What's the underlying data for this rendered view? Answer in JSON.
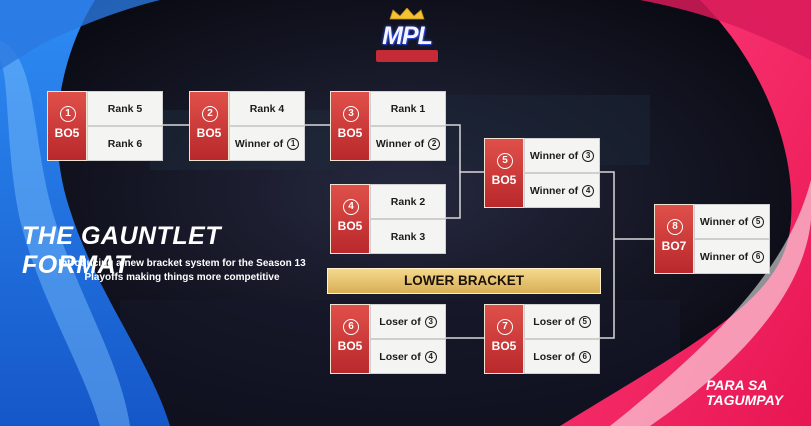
{
  "event_logo": {
    "text": "MPL"
  },
  "headline": {
    "title": "THE GAUNTLET FORMAT",
    "subtitle": "Introducing a new bracket system for the Season 13 Playoffs making things more competitive"
  },
  "bracket": {
    "lower_bracket_label": "LOWER BRACKET",
    "matches": [
      {
        "num": "1",
        "format": "BO5",
        "slots": [
          {
            "text": "Rank 5",
            "ref": ""
          },
          {
            "text": "Rank 6",
            "ref": ""
          }
        ]
      },
      {
        "num": "2",
        "format": "BO5",
        "slots": [
          {
            "text": "Rank 4",
            "ref": ""
          },
          {
            "text": "Winner of",
            "ref": "1"
          }
        ]
      },
      {
        "num": "3",
        "format": "BO5",
        "slots": [
          {
            "text": "Rank 1",
            "ref": ""
          },
          {
            "text": "Winner of",
            "ref": "2"
          }
        ]
      },
      {
        "num": "4",
        "format": "BO5",
        "slots": [
          {
            "text": "Rank 2",
            "ref": ""
          },
          {
            "text": "Rank 3",
            "ref": ""
          }
        ]
      },
      {
        "num": "5",
        "format": "BO5",
        "slots": [
          {
            "text": "Winner of",
            "ref": "3"
          },
          {
            "text": "Winner of",
            "ref": "4"
          }
        ]
      },
      {
        "num": "6",
        "format": "BO5",
        "slots": [
          {
            "text": "Loser of",
            "ref": "3"
          },
          {
            "text": "Loser of",
            "ref": "4"
          }
        ]
      },
      {
        "num": "7",
        "format": "BO5",
        "slots": [
          {
            "text": "Loser of",
            "ref": "5"
          },
          {
            "text": "Loser of",
            "ref": "6"
          }
        ]
      },
      {
        "num": "8",
        "format": "BO7",
        "slots": [
          {
            "text": "Winner of",
            "ref": "5"
          },
          {
            "text": "Winner of",
            "ref": "6"
          }
        ]
      }
    ]
  },
  "tagline": {
    "line1": "PARA SA",
    "line2": "TAGUMPAY"
  },
  "colors": {
    "blue_swoosh": "#1e7be8",
    "pink_swoosh": "#ff2f6d",
    "seed_red": "#c9302f",
    "gold": "#e2bb66"
  }
}
